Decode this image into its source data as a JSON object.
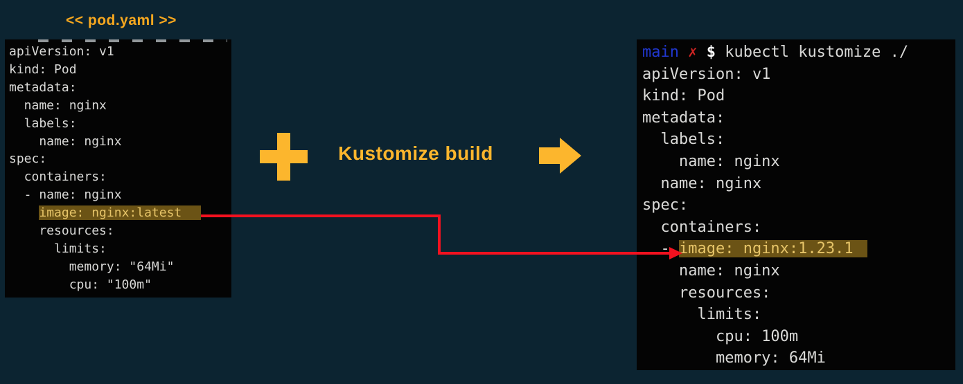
{
  "colors": {
    "page_bg": "#0C2431",
    "terminal_bg": "#040404",
    "code_text": "#D9D9D7",
    "accent_yellow": "#FCB62D",
    "title_orange": "#F8A81F",
    "highlight_bg": "#6B5315",
    "highlight_text": "#E6C468",
    "red_connector": "#F3111F",
    "branch_blue": "#2138D1",
    "status_red": "#CE2423"
  },
  "title": {
    "text": "<< pod.yaml >>"
  },
  "connector": {
    "label": "Kustomize build",
    "plus_icon": "plus",
    "arrow_icon": "arrow-right"
  },
  "left_panel": {
    "lines": [
      "apiVersion: v1",
      "kind: Pod",
      "metadata:",
      "  name: nginx",
      "  labels:",
      "    name: nginx",
      "spec:",
      "  containers:",
      "  - name: nginx"
    ],
    "highlight": {
      "indent": "    ",
      "text": "image: nginx:latest"
    },
    "lines_after": [
      "    resources:",
      "      limits:",
      "        memory: \"64Mi\"",
      "        cpu: \"100m\""
    ]
  },
  "right_panel": {
    "prompt": {
      "branch": "main ",
      "status": "✗ ",
      "dollar": "$ ",
      "command": "kubectl kustomize ./"
    },
    "lines": [
      "apiVersion: v1",
      "kind: Pod",
      "metadata:",
      "  labels:",
      "    name: nginx",
      "  name: nginx",
      "spec:",
      "  containers:"
    ],
    "highlight": {
      "prefix": "  - ",
      "text": "image: nginx:1.23.1"
    },
    "lines_after": [
      "    name: nginx",
      "    resources:",
      "      limits:",
      "        cpu: 100m",
      "        memory: 64Mi"
    ]
  }
}
